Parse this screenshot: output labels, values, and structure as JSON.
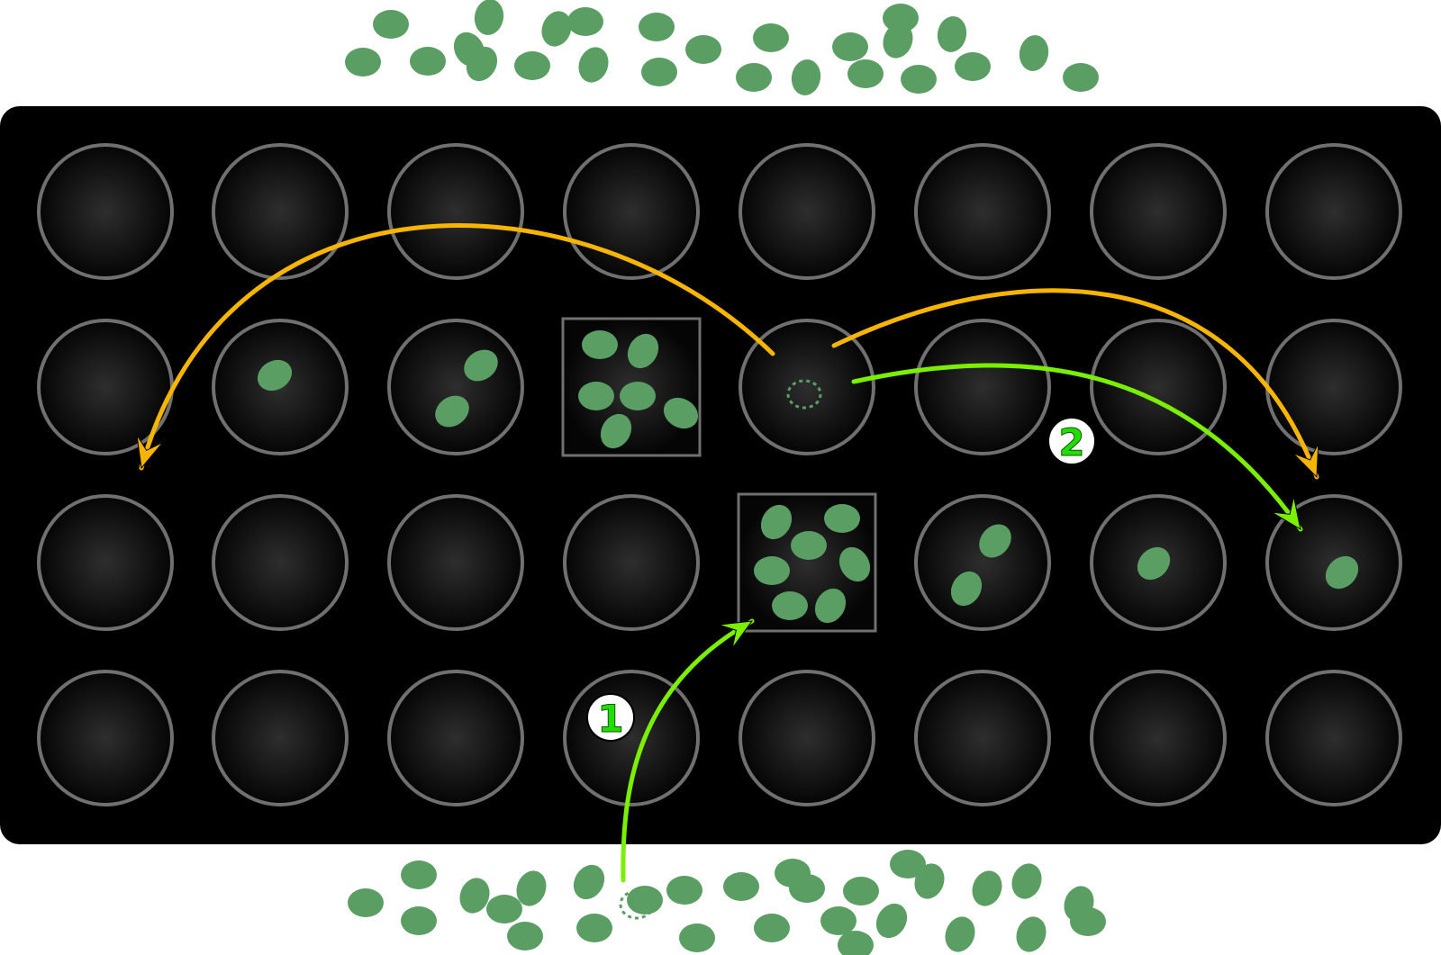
{
  "colors": {
    "background": "#ffffff",
    "board": "#000000",
    "well_outline": "#707070",
    "well_center": "#2e2e2e",
    "well_edge": "#050505",
    "particle": "#5a9e64",
    "orange_arrow": "#f7b500",
    "green_arrow": "#7aef00",
    "label_bg": "#ffffff",
    "label_text": "#22dd00"
  },
  "grid": {
    "rows": 4,
    "cols": 8
  },
  "wells": {
    "square": [
      [
        1,
        3
      ],
      [
        2,
        4
      ]
    ],
    "empty_marker": [
      1,
      4
    ],
    "particle_counts": [
      {
        "row": 1,
        "col": 1,
        "count": 1
      },
      {
        "row": 1,
        "col": 2,
        "count": 2
      },
      {
        "row": 1,
        "col": 3,
        "count": 6
      },
      {
        "row": 2,
        "col": 4,
        "count": 7
      },
      {
        "row": 2,
        "col": 5,
        "count": 2
      },
      {
        "row": 2,
        "col": 6,
        "count": 1
      },
      {
        "row": 2,
        "col": 7,
        "count": 1
      }
    ]
  },
  "arrows": [
    {
      "name": "orange-arrow-left",
      "color": "orange",
      "from": "well-r1c4",
      "to": "well-r2c0"
    },
    {
      "name": "orange-arrow-right",
      "color": "orange",
      "from": "well-r1c4",
      "to": "well-r2c7"
    },
    {
      "name": "green-arrow-2",
      "color": "green",
      "from": "well-r1c4",
      "to": "well-r2c7"
    },
    {
      "name": "green-arrow-1",
      "color": "green",
      "from": "bottom-pool",
      "to": "well-r2c4"
    }
  ],
  "labels": {
    "step1": "1",
    "step2": "2"
  },
  "pools": {
    "top": {
      "count": 25
    },
    "bottom": {
      "count": 28,
      "empty_marker": true
    }
  }
}
